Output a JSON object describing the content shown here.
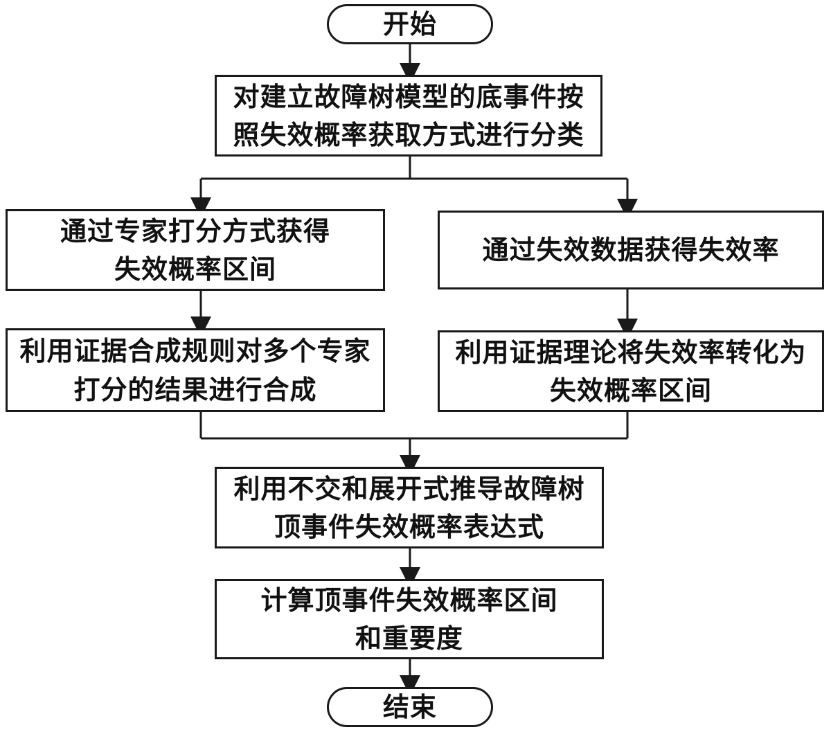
{
  "flowchart": {
    "start": {
      "label": "开始"
    },
    "classify": {
      "lines": [
        "对建立故障树模型的底事件按",
        "照失效概率获取方式进行分类"
      ]
    },
    "left_branch": {
      "expert_scoring": {
        "lines": [
          "通过专家打分方式获得",
          "失效概率区间"
        ]
      },
      "evidence_combination": {
        "lines": [
          "利用证据合成规则对多个专家",
          "打分的结果进行合成"
        ]
      }
    },
    "right_branch": {
      "failure_data": {
        "lines": [
          "通过失效数据获得失效率"
        ]
      },
      "evidence_theory": {
        "lines": [
          "利用证据理论将失效率转化为",
          "失效概率区间"
        ]
      }
    },
    "derive_expression": {
      "lines": [
        "利用不交和展开式推导故障树",
        "顶事件失效概率表达式"
      ]
    },
    "compute_interval": {
      "lines": [
        "计算顶事件失效概率区间",
        "和重要度"
      ]
    },
    "end": {
      "label": "结束"
    }
  },
  "colors": {
    "line": "#1a1a1a",
    "background": "#ffffff"
  }
}
